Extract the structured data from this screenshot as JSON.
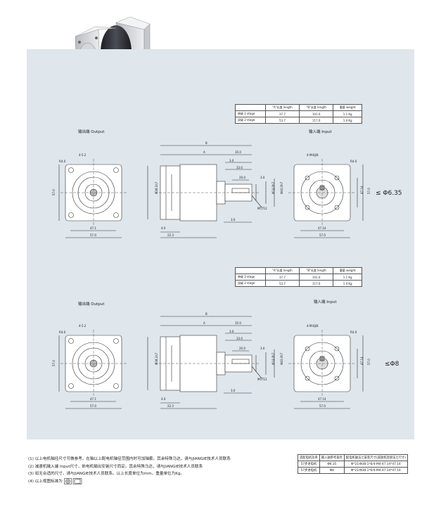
{
  "spec_tables": [
    {
      "headers": [
        "",
        "\"A\"长度 length",
        "\"B\"长度 length",
        "重量 weight"
      ],
      "rows": [
        [
          "单级 1-stage",
          "37.7",
          "101.0",
          "1.1 Kg"
        ],
        [
          "双级 2-stage",
          "53.7",
          "117.0",
          "1.4 Kg"
        ]
      ]
    },
    {
      "headers": [
        "",
        "\"A\"长度 length",
        "\"B\"长度 length",
        "重量 weight"
      ],
      "rows": [
        [
          "单级 1-stage",
          "37.7",
          "101.0",
          "1.1 Kg"
        ],
        [
          "双级 2-stage",
          "53.7",
          "117.0",
          "1.4 Kg"
        ]
      ]
    }
  ],
  "drawing1": {
    "output_label": "输出端 Output",
    "input_label": "输入端 Input",
    "shaft_dia": "≤ Φ6.35",
    "dims": {
      "r4": "R4.0",
      "holes": "4-5.2",
      "d57": "57.0",
      "w471": "47.1",
      "w570": "57.0",
      "B": "B",
      "A": "A",
      "d350": "35.0",
      "d30a": "3.0",
      "d330": "33.0",
      "d200": "20.0",
      "d30b": "3.0",
      "d30c": "3.0",
      "d40": "4.0",
      "d223": "22.3",
      "m5": "M5T12",
      "phi38": "Φ38.1h7",
      "phi14": "Φ14.0h7",
      "phi40": "Φ40.0h7",
      "in_holes": "4-M4深8",
      "in_r4": "R4.0",
      "in_4714": "47.14",
      "in_570": "57.0",
      "in_side1": "47.14",
      "in_side2": "57.0"
    }
  },
  "drawing2": {
    "output_label": "输出端 Output",
    "input_label": "输入端 Input",
    "shaft_dia": "≤Φ8",
    "dims": {
      "r4": "R4.0",
      "holes": "4-5.2",
      "d57": "57.0",
      "w471": "47.1",
      "w570": "57.0",
      "B": "B",
      "A": "A",
      "d350": "35.0",
      "d30a": "3.0",
      "d330": "33.0",
      "d200": "20.0",
      "d30b": "3.0",
      "d30c": "3.0",
      "d40": "4.0",
      "d223": "22.3",
      "m5": "M5T12",
      "phi38": "Φ38.1h7",
      "phi14": "Φ14.0h7",
      "phi40": "Φ40.0h7",
      "in_holes": "4-M4深8",
      "in_r4": "R4.0",
      "in_4714": "47.14",
      "in_570": "57.0",
      "in_side1": "47.14",
      "in_side2": "57.0"
    }
  },
  "notes": [
    "(1) 以上电机轴径尺寸可做参考。在轴以上配电机轴径范围内时可加轴套。其余特殊马达，请与JIANGIE技术人员联系",
    "(2) 减速机输入端 Input尺寸，依电机输出安装尺寸而定。其余特殊马达，请与JIANGIE技术人员联系",
    "(3) 如无合适的尺寸，请与JIANGIE技术人员联系。以上长度单位为mm，重量单位为Kg。",
    "(4) 以上视图标准为"
  ],
  "motor_table": {
    "headers": [
      "适配电机功率",
      "输入轴参考直径",
      "配电机轴法兰安装尺寸(减速机连接法兰尺寸)"
    ],
    "rows": [
      [
        "57步进电机",
        "Φ6.35",
        "Φ*21/Φ38.1*6/4-M4-47.14*47.14"
      ],
      [
        "57步进电机",
        "Φ8",
        "Φ*21/Φ38.1*6/4-M4-47.14*47.14"
      ]
    ]
  }
}
